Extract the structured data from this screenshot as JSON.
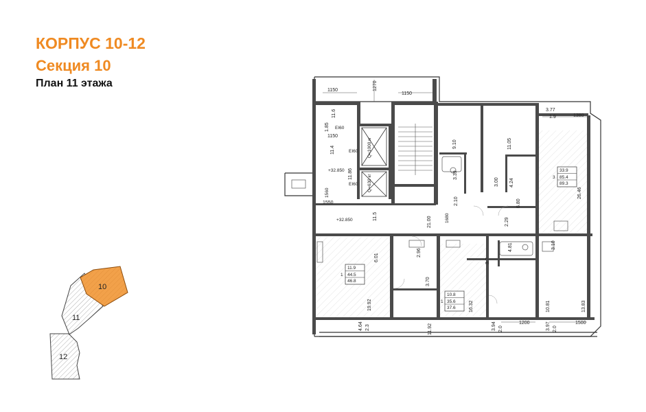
{
  "header": {
    "building": "КОРПУС 10-12",
    "section": "Секция 10",
    "floor_plan": "План 11 этажа"
  },
  "key_plan": {
    "sections": [
      {
        "label": "10",
        "highlight_color": "#f2a14a"
      },
      {
        "label": "11"
      },
      {
        "label": "12"
      }
    ]
  },
  "plan": {
    "dimensions": {
      "d1150a": "1150",
      "d1270": "1270",
      "d1150b": "1150",
      "d1150c": "1150",
      "d1380": "1380",
      "d1550": "1550",
      "d1500": "1500",
      "d1200": "1200",
      "d1680": "1680",
      "d1560": "1560",
      "d3_77": "3.77",
      "d1_9": "1.9"
    },
    "levels": {
      "lvl1": "+32.850",
      "lvl2": "+32.850"
    },
    "apartments": [
      {
        "rooms": "1",
        "living": "11.9",
        "total": "44.5",
        "total_with_balcony": "46.8"
      },
      {
        "rooms": "1",
        "living": "10.8",
        "total": "35.6",
        "total_with_balcony": "37.6"
      },
      {
        "rooms": "3",
        "living": "33.9",
        "total": "85.4",
        "total_with_balcony": "89.3"
      }
    ],
    "room_areas": {
      "a11_6": "11.6",
      "a1_85": "1.85",
      "a11_4": "11.4",
      "a11_86": "11.86",
      "a11_5": "11.5",
      "a9_10": "9.10",
      "a11_05": "11.05",
      "a3_39": "3.39",
      "a3_00": "3.00",
      "a4_24": "4.24",
      "a26_46": "26.46",
      "a2_10": "2.10",
      "a6_80": "6.80",
      "a2_29": "2.29",
      "a21_00": "21.00",
      "a6_01": "6.01",
      "a2_96": "2.96",
      "a4_81": "4.81",
      "a3_10": "3.10",
      "a3_7x": "3.7",
      "a3_70": "3.70",
      "a19_92": "19.92",
      "a16_32": "16.32",
      "a10_81": "10.81",
      "a13_83": "13.83",
      "a11_92": "11.92",
      "a4_64": "4.64",
      "a2_3": "2.3",
      "a3_94": "3.94",
      "a2_0a": "2.0",
      "a3_97": "3.97",
      "a2_0b": "2.0"
    },
    "lift_labels": {
      "lift1": "Q=1000 кг",
      "lift2": "Q=630 кг",
      "door1": "EI60",
      "door2": "EI60",
      "door3": "EI60"
    }
  }
}
